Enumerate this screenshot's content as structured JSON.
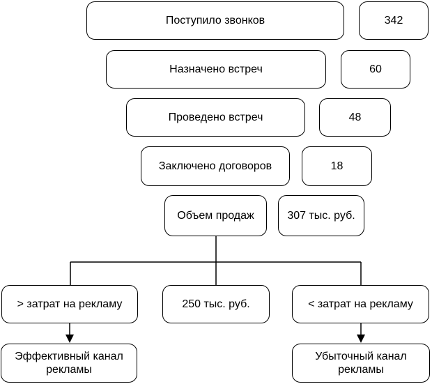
{
  "funnel": {
    "calls": {
      "label": "Поступило звонков",
      "value": "342"
    },
    "meetings": {
      "label": "Назначено встреч",
      "value": "60"
    },
    "held": {
      "label": "Проведено встреч",
      "value": "48"
    },
    "deals": {
      "label": "Заключено договоров",
      "value": "18"
    },
    "sales": {
      "label": "Объем продаж",
      "value": "307 тыс. руб."
    }
  },
  "comparison": {
    "greater_label": "> затрат на рекламу",
    "cost_label": "250 тыс. руб.",
    "less_label": "< затрат на рекламу"
  },
  "outcomes": {
    "effective": "Эффективный канал рекламы",
    "loss": "Убыточный канал рекламы"
  }
}
